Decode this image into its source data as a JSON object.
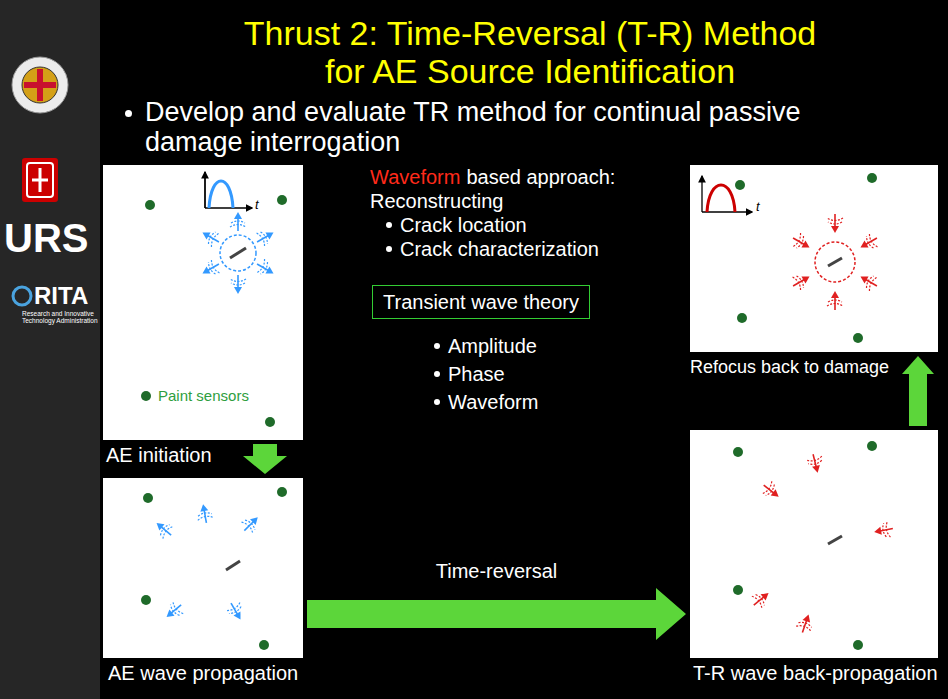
{
  "diagram": {
    "title": "Thrust 2: Time-Reversal (T-R) Method for AE Source Identification",
    "nodes": [
      {
        "text": [
          "Paint sensors",
          "AE initiation"
        ]
      },
      {
        "text": [
          "AE wave propagation"
        ]
      },
      {
        "text": [
          "Transient wave theory"
        ]
      },
      {
        "text": [
          "Refocus back to damage"
        ]
      },
      {
        "text": [
          "T-R wave back-propagation"
        ]
      }
    ],
    "edges": [
      {
        "from": 0,
        "to": 1,
        "arrow": "to"
      },
      {
        "from": 1,
        "to": 4,
        "label": "Time-reversal",
        "arrow": "to"
      },
      {
        "from": 4,
        "to": 3,
        "arrow": "to"
      }
    ],
    "labels": [
      "t",
      "t",
      "Waveform",
      "based approach:",
      "Reconstructing",
      "Crack location",
      "Crack characterization",
      "Amplitude",
      "Phase",
      "Waveform",
      "Develop and evaluate TR method for continual passive damage interrogation",
      "URS",
      "RITA",
      "Research and Innovative Technology Administration"
    ]
  }
}
